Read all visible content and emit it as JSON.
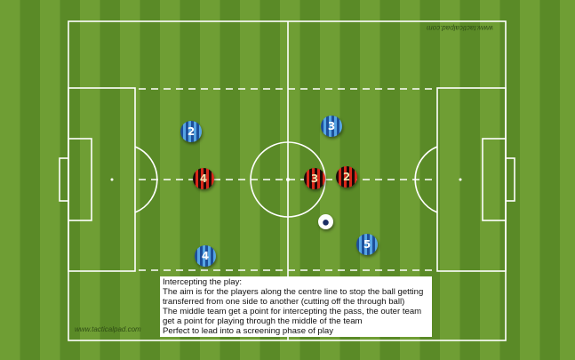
{
  "colors": {
    "grass_light": "#6f9e34",
    "grass_dark": "#5a8a27",
    "lines": "#ffffff",
    "team_blue": "#3a86d0",
    "team_red": "#c82418"
  },
  "watermark": "www.tacticalpad.com",
  "players": [
    {
      "team": "blue",
      "number": "2"
    },
    {
      "team": "blue",
      "number": "3"
    },
    {
      "team": "blue",
      "number": "4"
    },
    {
      "team": "blue",
      "number": "5"
    },
    {
      "team": "red",
      "number": "4"
    },
    {
      "team": "red",
      "number": "3"
    },
    {
      "team": "red",
      "number": "2"
    }
  ],
  "note": {
    "lines": [
      "Intercepting the play:",
      "The aim is for the players along the centre line to stop the ball getting",
      "transferred from one side to another (cutting off the through ball)",
      "The middle team get a point for intercepting the pass, the outer team",
      "get a point for playing through the middle of the team",
      "Perfect to lead into a screening phase of play"
    ]
  }
}
